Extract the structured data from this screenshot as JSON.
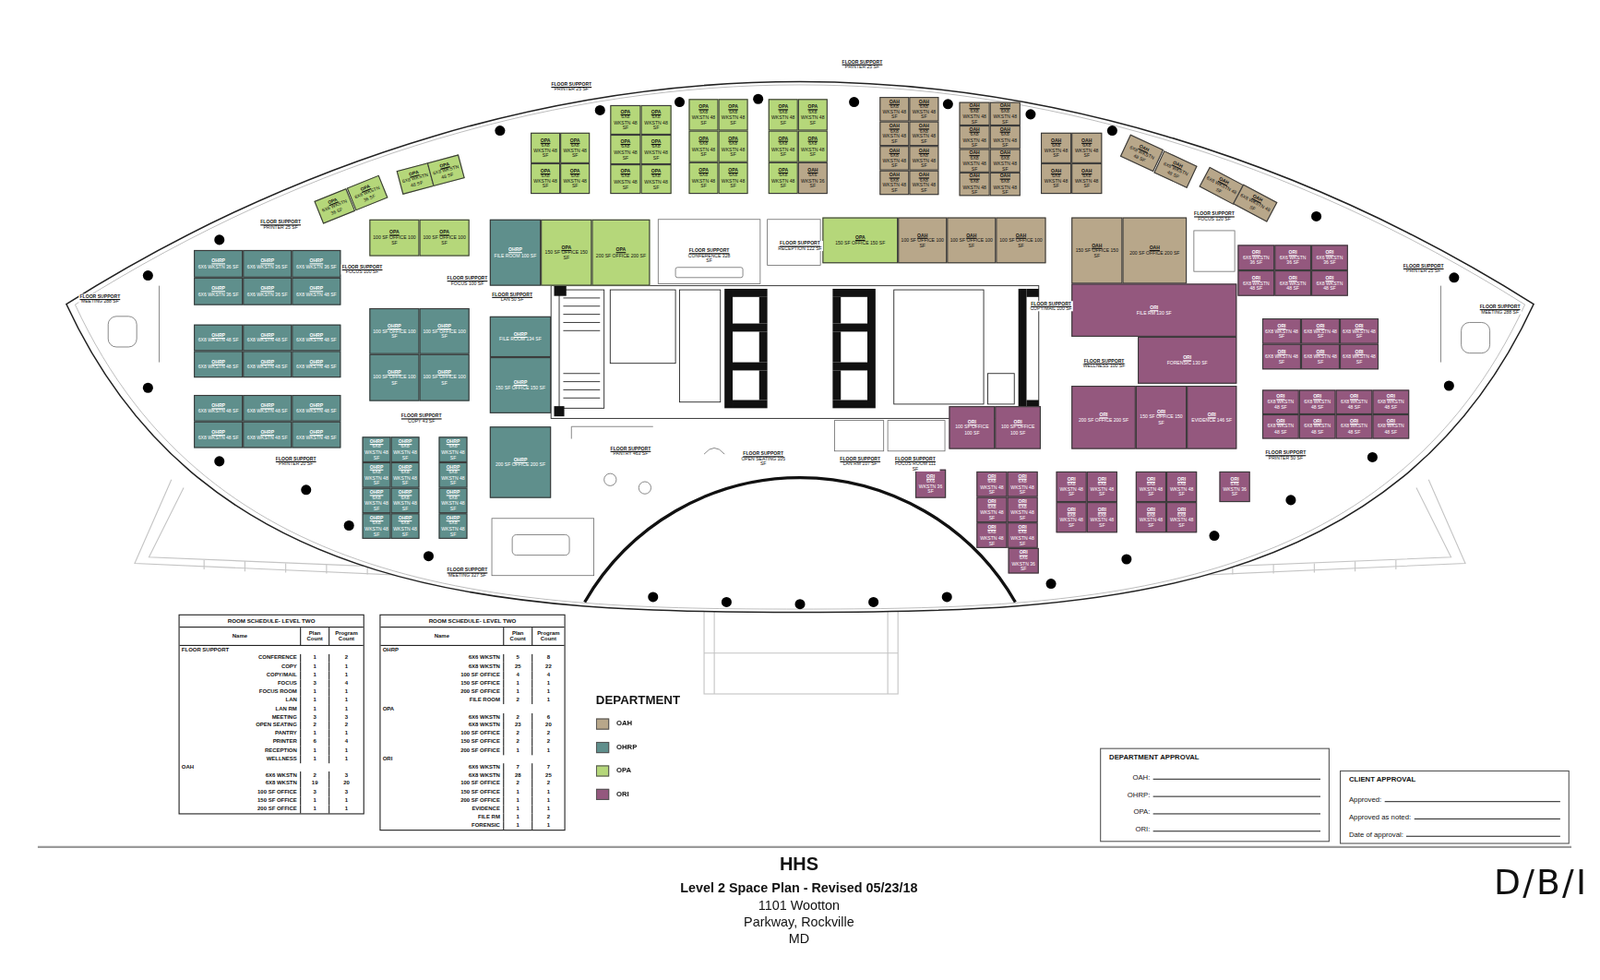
{
  "diagram": {
    "title": "HHS",
    "nodes": [
      {
        "text": [
          "OPA",
          "6X6 WKSTN 36 SF"
        ]
      },
      {
        "text": [
          "OPA",
          "6X6 WKSTN 36 SF"
        ]
      },
      {
        "text": [
          "OPA",
          "6X8 WKSTN 48 SF"
        ]
      },
      {
        "text": [
          "OPA",
          "6X8 WKSTN 48 SF"
        ]
      },
      {
        "text": [
          "OPA",
          "6X8 WKSTN 48 SF"
        ]
      },
      {
        "text": [
          "OPA",
          "6X8 WKSTN 48 SF"
        ]
      },
      {
        "text": [
          "OPA",
          "6X8 WKSTN 48 SF"
        ]
      },
      {
        "text": [
          "OPA",
          "6X8 WKSTN 48 SF"
        ]
      },
      {
        "text": [
          "OPA",
          "6X8 WKSTN 48 SF"
        ]
      },
      {
        "text": [
          "OPA",
          "6X8 WKSTN 48 SF"
        ]
      },
      {
        "text": [
          "OPA",
          "6X8 WKSTN 48 SF"
        ]
      },
      {
        "text": [
          "OPA",
          "6X8 WKSTN 48 SF"
        ]
      },
      {
        "text": [
          "OPA",
          "6X8 WKSTN 48 SF"
        ]
      },
      {
        "text": [
          "OPA",
          "6X8 WKSTN 48 SF"
        ]
      },
      {
        "text": [
          "OPA",
          "6X8 WKSTN 48 SF"
        ]
      },
      {
        "text": [
          "OPA",
          "6X8 WKSTN 48 SF"
        ]
      },
      {
        "text": [
          "OPA",
          "6X8 WKSTN 48 SF"
        ]
      },
      {
        "text": [
          "OPA",
          "6X8 WKSTN 48 SF"
        ]
      },
      {
        "text": [
          "OPA",
          "6X8 WKSTN 48 SF"
        ]
      },
      {
        "text": [
          "OPA",
          "6X8 WKSTN 48 SF"
        ]
      },
      {
        "text": [
          "OPA",
          "6X8 WKSTN 48 SF"
        ]
      },
      {
        "text": [
          "OPA",
          "6X8 WKSTN 48 SF"
        ]
      },
      {
        "text": [
          "OPA",
          "6X8 WKSTN 48 SF"
        ]
      },
      {
        "text": [
          "OPA",
          "6X8 WKSTN 48 SF"
        ]
      },
      {
        "text": [
          "OPA",
          "6X8 WKSTN 48 SF"
        ]
      },
      {
        "text": [
          "OAH",
          "6X6 WKSTN 36 SF"
        ]
      },
      {
        "text": [
          "OAH",
          "6X8 WKSTN 48 SF"
        ]
      },
      {
        "text": [
          "OAH",
          "6X8 WKSTN 48 SF"
        ]
      },
      {
        "text": [
          "OAH",
          "6X8 WKSTN 48 SF"
        ]
      },
      {
        "text": [
          "OAH",
          "6X8 WKSTN 48 SF"
        ]
      },
      {
        "text": [
          "OAH",
          "6X8 WKSTN 48 SF"
        ]
      },
      {
        "text": [
          "OAH",
          "6X8 WKSTN 48 SF"
        ]
      },
      {
        "text": [
          "OAH",
          "6X8 WKSTN 48 SF"
        ]
      },
      {
        "text": [
          "OAH",
          "6X8 WKSTN 48 SF"
        ]
      },
      {
        "text": [
          "OAH",
          "6X8 WKSTN 48 SF"
        ]
      },
      {
        "text": [
          "OAH",
          "6X8 WKSTN 48 SF"
        ]
      },
      {
        "text": [
          "OAH",
          "6X8 WKSTN 48 SF"
        ]
      },
      {
        "text": [
          "OAH",
          "6X8 WKSTN 48 SF"
        ]
      },
      {
        "text": [
          "OAH",
          "6X8 WKSTN 48 SF"
        ]
      },
      {
        "text": [
          "OAH",
          "6X8 WKSTN 48 SF"
        ]
      },
      {
        "text": [
          "OAH",
          "6X8 WKSTN 48 SF"
        ]
      },
      {
        "text": [
          "OAH",
          "6X8 WKSTN 48 SF"
        ]
      },
      {
        "text": [
          "OAH",
          "6X8 WKSTN 48 SF"
        ]
      },
      {
        "text": [
          "OAH",
          "6X8 WKSTN 48 SF"
        ]
      },
      {
        "text": [
          "OAH",
          "6X8 WKSTN 48 SF"
        ]
      },
      {
        "text": [
          "OAH",
          "6X8 WKSTN 48 SF"
        ]
      },
      {
        "text": [
          "OAH",
          "6X8 WKSTN 48 SF"
        ]
      },
      {
        "text": [
          "OAH",
          "6X8 WKSTN 48 SF"
        ]
      },
      {
        "text": [
          "OAH",
          "6X8 WKSTN 48 SF"
        ]
      },
      {
        "text": [
          "OAH",
          "6X8 WKSTN 48 SF"
        ]
      },
      {
        "text": [
          "OHRP",
          "6X6 WKSTN 36 SF"
        ]
      },
      {
        "text": [
          "OHRP",
          "6X6 WKSTN 36 SF"
        ]
      },
      {
        "text": [
          "OHRP",
          "6X6 WKSTN 36 SF"
        ]
      },
      {
        "text": [
          "OHRP",
          "6X6 WKSTN 36 SF"
        ]
      },
      {
        "text": [
          "OHRP",
          "6X6 WKSTN 36 SF"
        ]
      },
      {
        "text": [
          "OHRP",
          "6X8 WKSTN 48 SF"
        ]
      },
      {
        "text": [
          "OHRP",
          "6X8 WKSTN 48 SF"
        ]
      },
      {
        "text": [
          "OHRP",
          "6X8 WKSTN 48 SF"
        ]
      },
      {
        "text": [
          "OHRP",
          "6X8 WKSTN 48 SF"
        ]
      },
      {
        "text": [
          "OHRP",
          "6X8 WKSTN 48 SF"
        ]
      },
      {
        "text": [
          "OHRP",
          "6X8 WKSTN 48 SF"
        ]
      },
      {
        "text": [
          "OHRP",
          "6X8 WKSTN 48 SF"
        ]
      },
      {
        "text": [
          "OHRP",
          "6X8 WKSTN 48 SF"
        ]
      },
      {
        "text": [
          "OHRP",
          "6X8 WKSTN 48 SF"
        ]
      },
      {
        "text": [
          "OHRP",
          "6X8 WKSTN 48 SF"
        ]
      },
      {
        "text": [
          "OHRP",
          "6X8 WKSTN 48 SF"
        ]
      },
      {
        "text": [
          "OHRP",
          "6X8 WKSTN 48 SF"
        ]
      },
      {
        "text": [
          "OHRP",
          "6X8 WKSTN 48 SF"
        ]
      },
      {
        "text": [
          "OHRP",
          "6X8 WKSTN 48 SF"
        ]
      },
      {
        "text": [
          "OHRP",
          "6X8 WKSTN 48 SF"
        ]
      },
      {
        "text": [
          "OHRP",
          "6X8 WKSTN 48 SF"
        ]
      },
      {
        "text": [
          "OHRP",
          "6X8 WKSTN 48 SF"
        ]
      },
      {
        "text": [
          "OHRP",
          "6X8 WKSTN 48 SF"
        ]
      },
      {
        "text": [
          "OHRP",
          "6X8 WKSTN 48 SF"
        ]
      },
      {
        "text": [
          "OHRP",
          "6X8 WKSTN 48 SF"
        ]
      },
      {
        "text": [
          "OHRP",
          "6X8 WKSTN 48 SF"
        ]
      },
      {
        "text": [
          "OHRP",
          "6X8 WKSTN 48 SF"
        ]
      },
      {
        "text": [
          "OHRP",
          "6X8 WKSTN 48 SF"
        ]
      },
      {
        "text": [
          "OHRP",
          "6X8 WKSTN 48 SF"
        ]
      },
      {
        "text": [
          "OHRP",
          "6X8 WKSTN 48 SF"
        ]
      },
      {
        "text": [
          "ORI",
          "6X6 WKSTN 36 SF"
        ]
      },
      {
        "text": [
          "ORI",
          "6X6 WKSTN 36 SF"
        ]
      },
      {
        "text": [
          "ORI",
          "6X6 WKSTN 36 SF"
        ]
      },
      {
        "text": [
          "ORI",
          "6X8 WKSTN 48 SF"
        ]
      },
      {
        "text": [
          "ORI",
          "6X8 WKSTN 48 SF"
        ]
      },
      {
        "text": [
          "ORI",
          "6X8 WKSTN 48 SF"
        ]
      },
      {
        "text": [
          "ORI",
          "6X8 WKSTN 48 SF"
        ]
      },
      {
        "text": [
          "ORI",
          "6X8 WKSTN 48 SF"
        ]
      },
      {
        "text": [
          "ORI",
          "6X8 WKSTN 48 SF"
        ]
      },
      {
        "text": [
          "ORI",
          "6X8 WKSTN 48 SF"
        ]
      },
      {
        "text": [
          "ORI",
          "6X8 WKSTN 48 SF"
        ]
      },
      {
        "text": [
          "ORI",
          "6X8 WKSTN 48 SF"
        ]
      },
      {
        "text": [
          "ORI",
          "6X8 WKSTN 48 SF"
        ]
      },
      {
        "text": [
          "ORI",
          "6X8 WKSTN 48 SF"
        ]
      },
      {
        "text": [
          "ORI",
          "6X8 WKSTN 48 SF"
        ]
      },
      {
        "text": [
          "ORI",
          "6X8 WKSTN 48 SF"
        ]
      },
      {
        "text": [
          "ORI",
          "6X8 WKSTN 48 SF"
        ]
      },
      {
        "text": [
          "ORI",
          "6X8 WKSTN 48 SF"
        ]
      },
      {
        "text": [
          "ORI",
          "6X8 WKSTN 48 SF"
        ]
      },
      {
        "text": [
          "ORI",
          "6X8 WKSTN 48 SF"
        ]
      },
      {
        "text": [
          "ORI",
          "6X6 WKSTN 36 SF"
        ]
      },
      {
        "text": [
          "ORI",
          "6X8 WKSTN 48 SF"
        ]
      },
      {
        "text": [
          "ORI",
          "6X8 WKSTN 48 SF"
        ]
      },
      {
        "text": [
          "ORI",
          "6X8 WKSTN 48 SF"
        ]
      },
      {
        "text": [
          "ORI",
          "6X8 WKSTN 48 SF"
        ]
      },
      {
        "text": [
          "ORI",
          "6X8 WKSTN 48 SF"
        ]
      },
      {
        "text": [
          "ORI",
          "6X8 WKSTN 48 SF"
        ]
      },
      {
        "text": [
          "ORI",
          "6X6 WKSTN 36 SF"
        ]
      },
      {
        "text": [
          "ORI",
          "6X8 WKSTN 48 SF"
        ]
      },
      {
        "text": [
          "ORI",
          "6X8 WKSTN 48 SF"
        ]
      },
      {
        "text": [
          "ORI",
          "6X8 WKSTN 48 SF"
        ]
      },
      {
        "text": [
          "ORI",
          "6X8 WKSTN 48 SF"
        ]
      },
      {
        "text": [
          "ORI",
          "6X8 WKSTN 48 SF"
        ]
      },
      {
        "text": [
          "ORI",
          "6X8 WKSTN 48 SF"
        ]
      },
      {
        "text": [
          "ORI",
          "6X8 WKSTN 48 SF"
        ]
      },
      {
        "text": [
          "ORI",
          "6X8 WKSTN 48 SF"
        ]
      },
      {
        "text": [
          "ORI",
          "6X6 WKSTN 36 SF"
        ]
      },
      {
        "text": [
          "OPA",
          "100 SF OFFICE 100 SF"
        ]
      },
      {
        "text": [
          "OPA",
          "100 SF OFFICE 100 SF"
        ]
      },
      {
        "text": [
          "OHRP",
          "FILE ROOM 100 SF"
        ]
      },
      {
        "text": [
          "OPA",
          "150 SF OFFICE 150 SF"
        ]
      },
      {
        "text": [
          "OPA",
          "200 SF OFFICE 200 SF"
        ]
      },
      {
        "text": [
          "OPA",
          "150 SF OFFICE 150 SF"
        ]
      },
      {
        "text": [
          "OAH",
          "100 SF OFFICE 100 SF"
        ]
      },
      {
        "text": [
          "OAH",
          "100 SF OFFICE 100 SF"
        ]
      },
      {
        "text": [
          "OAH",
          "100 SF OFFICE 100 SF"
        ]
      },
      {
        "text": [
          "OAH",
          "150 SF OFFICE 150 SF"
        ]
      },
      {
        "text": [
          "OAH",
          "200 SF OFFICE 200 SF"
        ]
      },
      {
        "text": [
          "OHRP",
          "100 SF OFFICE 100 SF"
        ]
      },
      {
        "text": [
          "OHRP",
          "100 SF OFFICE 100 SF"
        ]
      },
      {
        "text": [
          "OHRP",
          "100 SF OFFICE 100 SF"
        ]
      },
      {
        "text": [
          "OHRP",
          "100 SF OFFICE 100 SF"
        ]
      },
      {
        "text": [
          "OHRP",
          "FILE ROOM 134 SF"
        ]
      },
      {
        "text": [
          "OHRP",
          "150 SF OFFICE 150 SF"
        ]
      },
      {
        "text": [
          "OHRP",
          "200 SF OFFICE 200 SF"
        ]
      },
      {
        "text": [
          "ORI",
          "FILE RM 130 SF"
        ]
      },
      {
        "text": [
          "ORI",
          "FORENSIC 130 SF"
        ]
      },
      {
        "text": [
          "ORI",
          "200 SF OFFICE 200 SF"
        ]
      },
      {
        "text": [
          "ORI",
          "150 SF OFFICE 150 SF"
        ]
      },
      {
        "text": [
          "ORI",
          "EVIDENCE 146 SF"
        ]
      },
      {
        "text": [
          "ORI",
          "100 SF OFFICE 100 SF"
        ]
      },
      {
        "text": [
          "ORI",
          "100 SF OFFICE 100 SF"
        ]
      },
      {
        "text": [
          "DEPARTMENT APPROVAL",
          "OAH:",
          "OHRP:",
          "OPA:",
          "ORI:"
        ]
      },
      {
        "text": [
          "CLIENT APPROVAL",
          "Approved:",
          "Approved as noted:",
          "Date of approval:"
        ]
      }
    ],
    "labels": [
      "FLOOR SUPPORT",
      "PRINTER 25 SF",
      "FLOOR SUPPORT",
      "PRINTER 25 SF",
      "FLOOR SUPPORT",
      "PRINTER 25 SF",
      "FLOOR SUPPORT",
      "MEETING 288 SF",
      "FLOOR SUPPORT",
      "FOCUS 100 SF",
      "FLOOR SUPPORT",
      "FOCUS 100 SF",
      "FLOOR SUPPORT",
      "LAN 50 SF",
      "FLOOR SUPPORT",
      "COPY 43 SF",
      "FLOOR SUPPORT",
      "PRINTER 20 SF",
      "FLOOR SUPPORT",
      "MEETING 327 SF",
      "FLOOR SUPPORT",
      "CONFERENCE 328 SF",
      "FLOOR SUPPORT",
      "RECEPTION 122 SF",
      "FLOOR SUPPORT",
      "PANTRY 463 SF",
      "FLOOR SUPPORT",
      "OPEN SEATING 105 SF",
      "FLOOR SUPPORT",
      "LAN RM 107 SF",
      "FLOOR SUPPORT",
      "FOCUS ROOM 111 SF",
      "FLOOR SUPPORT",
      "COPY/MAIL 100 SF",
      "FLOOR SUPPORT",
      "WELLNESS 100 SF",
      "FLOOR SUPPORT",
      "FOCUS 120 SF",
      "FLOOR SUPPORT",
      "PRINTER 25 SF",
      "FLOOR SUPPORT",
      "MEETING 288 SF",
      "FLOOR SUPPORT",
      "PRINTER 50 SF",
      "DEPARTMENT",
      "Level 2 Space Plan - Revised 05/23/18",
      "1101 Wootton Parkway, Rockville MD",
      "D/B/I",
      "ROOM SCHEDULE- LEVEL TWO",
      "Name",
      "Plan Count",
      "Program Count",
      "FLOOR SUPPORT",
      "CONFERENCE",
      "1",
      "2",
      "COPY",
      "1",
      "1",
      "COPY/MAIL",
      "1",
      "1",
      "FOCUS",
      "3",
      "4",
      "FOCUS ROOM",
      "1",
      "1",
      "LAN",
      "1",
      "1",
      "LAN RM",
      "1",
      "1",
      "MEETING",
      "3",
      "3",
      "OPEN SEATING",
      "2",
      "2",
      "PANTRY",
      "1",
      "1",
      "PRINTER",
      "6",
      "4",
      "RECEPTION",
      "1",
      "1",
      "WELLNESS",
      "1",
      "1",
      "OAH",
      "6X6 WKSTN",
      "2",
      "3",
      "6X8 WKSTN",
      "19",
      "20",
      "100 SF OFFICE",
      "3",
      "3",
      "150 SF OFFICE",
      "1",
      "1",
      "200 SF OFFICE",
      "1",
      "1",
      "ROOM SCHEDULE- LEVEL TWO",
      "Name",
      "Plan Count",
      "Program Count",
      "OHRP",
      "6X6 WKSTN",
      "5",
      "8",
      "6X8 WKSTN",
      "25",
      "22",
      "100 SF OFFICE",
      "4",
      "4",
      "150 SF OFFICE",
      "1",
      "1",
      "200 SF OFFICE",
      "1",
      "1",
      "FILE ROOM",
      "2",
      "1",
      "OPA",
      "6X6 WKSTN",
      "2",
      "6",
      "6X8 WKSTN",
      "23",
      "20",
      "100 SF OFFICE",
      "2",
      "2",
      "150 SF OFFICE",
      "2",
      "2",
      "200 SF OFFICE",
      "1",
      "1",
      "ORI",
      "6X6 WKSTN",
      "7",
      "7",
      "6X8 WKSTN",
      "28",
      "25",
      "100 SF OFFICE",
      "2",
      "2",
      "150 SF OFFICE",
      "1",
      "1",
      "200 SF OFFICE",
      "1",
      "1",
      "EVIDENCE",
      "1",
      "1",
      "FILE RM",
      "1",
      "2",
      "FORENSIC",
      "1",
      "1"
    ],
    "legend": [
      {
        "text": "OAH",
        "color": "#b8a78a"
      },
      {
        "text": "OHRP",
        "color": "#5f8f8c"
      },
      {
        "text": "OPA",
        "color": "#b5d77a"
      },
      {
        "text": "ORI",
        "color": "#94587e"
      }
    ]
  }
}
